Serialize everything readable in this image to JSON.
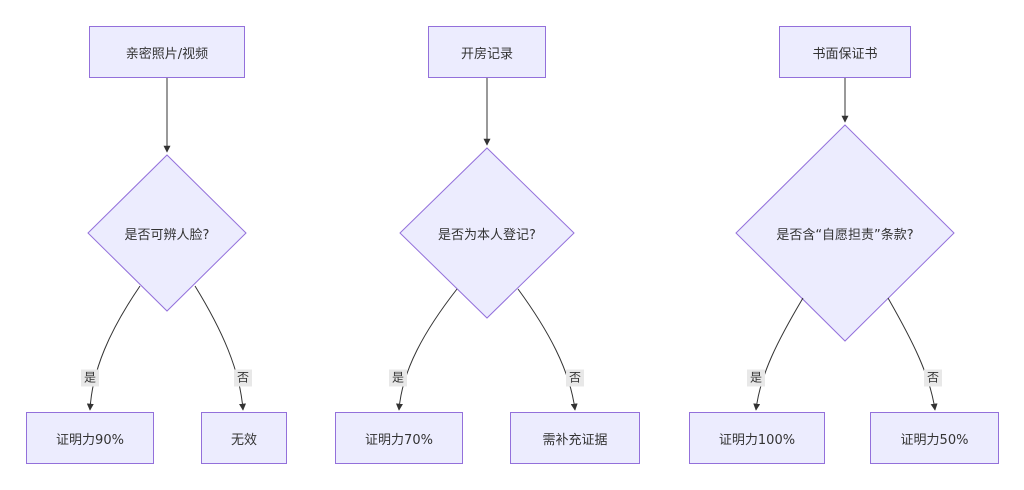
{
  "colors": {
    "node_fill": "#ececfe",
    "node_stroke": "#9370db",
    "edge": "#333333",
    "edge_label_bg": "#e8e8e8",
    "text": "#333333"
  },
  "flows": [
    {
      "source": "亲密照片/视频",
      "question": "是否可辨人脸?",
      "yes_label": "是",
      "no_label": "否",
      "yes_result": "证明力90%",
      "no_result": "无效"
    },
    {
      "source": "开房记录",
      "question": "是否为本人登记?",
      "yes_label": "是",
      "no_label": "否",
      "yes_result": "证明力70%",
      "no_result": "需补充证据"
    },
    {
      "source": "书面保证书",
      "question": "是否含“自愿担责”条款?",
      "yes_label": "是",
      "no_label": "否",
      "yes_result": "证明力100%",
      "no_result": "证明力50%"
    }
  ]
}
